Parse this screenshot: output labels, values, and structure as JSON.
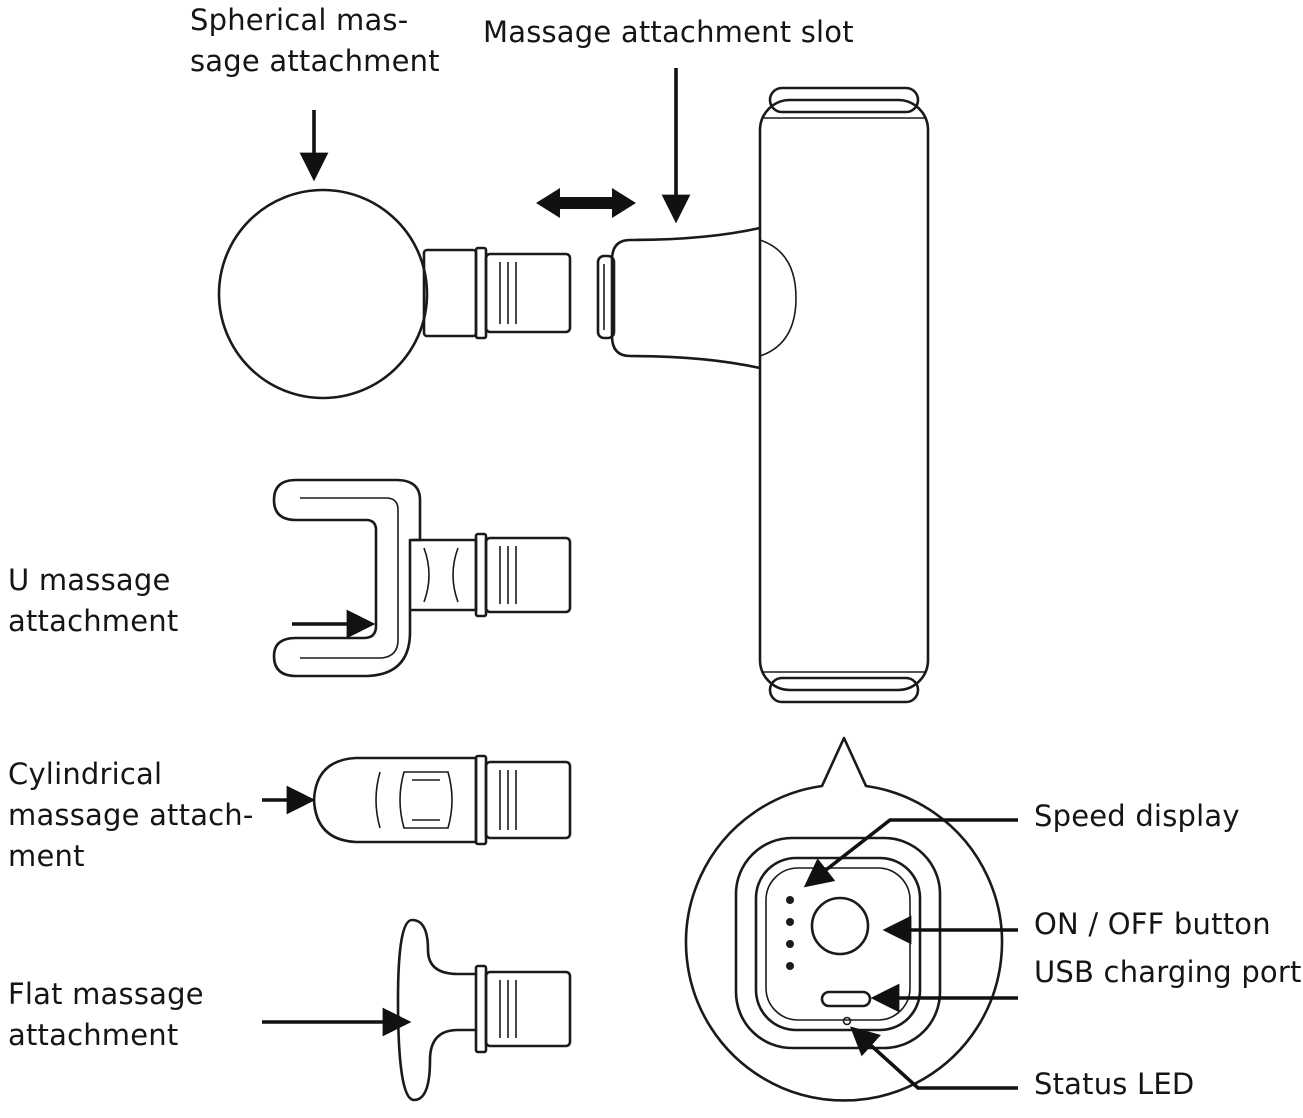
{
  "labels": {
    "spherical": [
      "Spherical mas-",
      "sage attachment"
    ],
    "slot": [
      "Massage attachment slot"
    ],
    "u": [
      "U massage",
      "attachment"
    ],
    "cylindrical": [
      "Cylindrical",
      "massage attach-",
      "ment"
    ],
    "flat": [
      "Flat massage",
      "attachment"
    ],
    "speed_display": [
      "Speed display"
    ],
    "on_off": [
      "ON / OFF button"
    ],
    "usb": [
      "USB charging port"
    ],
    "status_led": [
      "Status LED"
    ]
  },
  "colors": {
    "line": "#1a1a1a",
    "text": "#151515",
    "background": "#ffffff"
  }
}
